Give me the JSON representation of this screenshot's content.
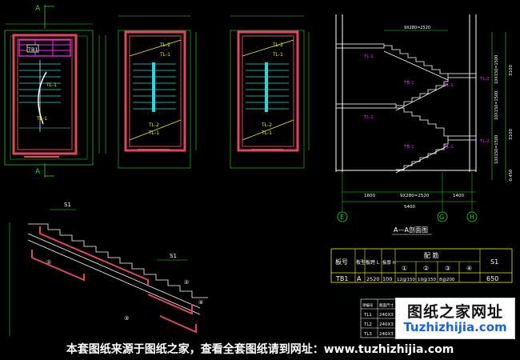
{
  "plans": [
    {
      "section_mark": "A",
      "tags": [
        "TB1",
        "TL-1",
        "TL-1"
      ]
    },
    {
      "tags": [
        "TL-2",
        "TL-1",
        "TL-2",
        "TL-1"
      ]
    },
    {
      "tags": [
        "TL-2",
        "TL-1",
        "TL-2",
        "TL-1"
      ]
    }
  ],
  "section": {
    "top_dim": "9X280=2520",
    "bottom_dims": [
      "1600",
      "9X280=2520",
      "1400"
    ],
    "total_dim": "5400",
    "axes": [
      "E",
      "G",
      "H"
    ],
    "right_dims": [
      "10X150=1500",
      "10X150=1500",
      "10X150=1500"
    ],
    "right_totals": [
      "3100",
      "3100"
    ],
    "bottom_right": "-0.450",
    "tags": [
      "TL-1",
      "TL-1",
      "TL-2",
      "TL-1",
      "TL-1",
      "TL-2",
      "TB-1",
      "TB-1"
    ],
    "caption": "A—A剖面图"
  },
  "stair_detail": {
    "label": "S1",
    "markers": [
      "①",
      "②",
      "③",
      "④"
    ]
  },
  "slab_table": {
    "headers": [
      "板号",
      "板型",
      "板跨 L",
      "板厚 h",
      "配 筋",
      "S1"
    ],
    "rebar_sub": [
      "①",
      "②",
      "③",
      "④"
    ],
    "row": [
      "TB1",
      "A",
      "2520",
      "100",
      "12@150",
      "10@150",
      "8@200",
      "",
      "650"
    ]
  },
  "beam_table": {
    "header": [
      "梁编号",
      "截面尺寸"
    ],
    "rows": [
      [
        "TL1",
        "240X3"
      ],
      [
        "TL2",
        "240X3"
      ],
      [
        "TL3",
        "240X3"
      ]
    ]
  },
  "watermark": {
    "cn": "图纸之家网址",
    "en": "Tuzhizhijia.com"
  },
  "footer": "本套图纸来源于图纸之家，查看全套图纸请到网址：www.tuzhizhijia.com",
  "colors": {
    "bg": "#000000",
    "wall": "#e0475a",
    "green": "#22dd22",
    "cyan": "#22dddd",
    "yellow": "#eeee22",
    "magenta": "#ff22ff",
    "white": "#ffffff"
  }
}
